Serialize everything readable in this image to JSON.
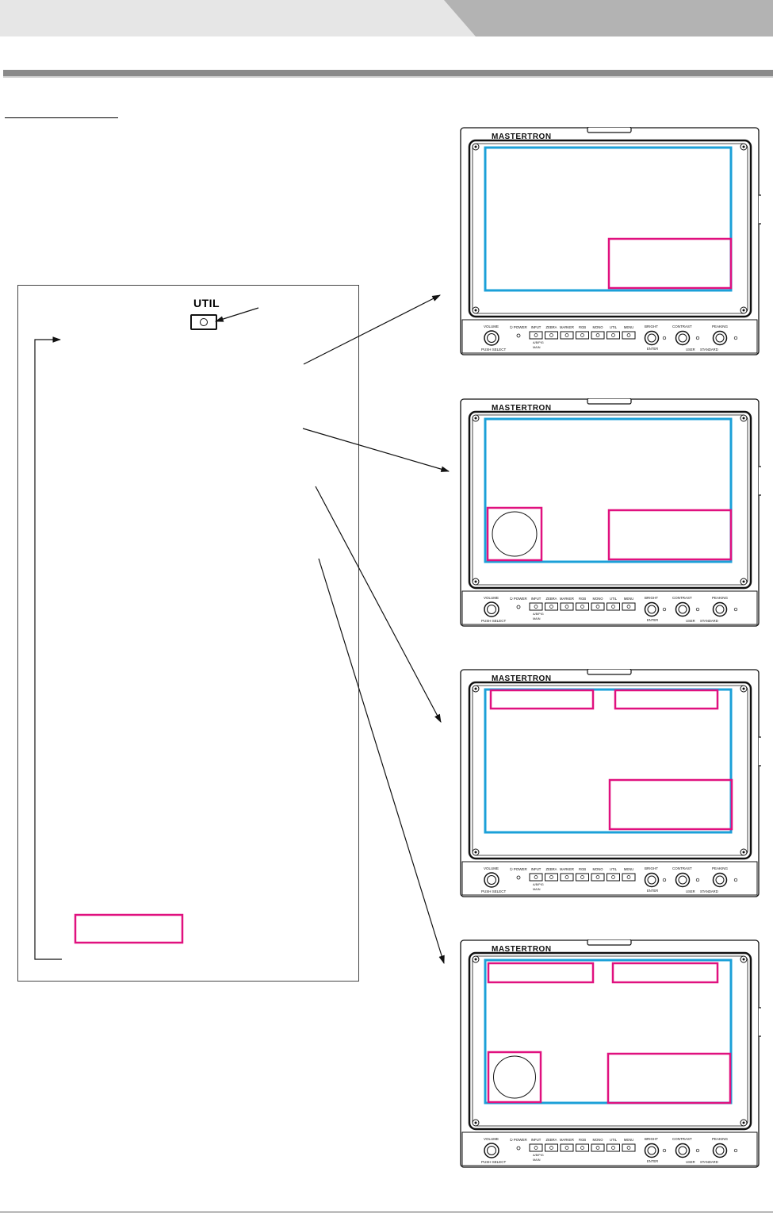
{
  "header": {
    "band_color_light": "#e6e6e6",
    "band_color_dark": "#b3b3b3"
  },
  "flow": {
    "util_label": "UTIL",
    "button_icon": "circle-button-icon"
  },
  "monitor": {
    "brand": "MASTERTRON",
    "controls": {
      "volume": "VOLUME",
      "push_select": "PUSH SELECT",
      "power": "POWER",
      "buttons": [
        "INPUT",
        "ZEBRA",
        "MARKER",
        "RGB",
        "MONO",
        "UTIL",
        "MENU"
      ],
      "sub_a": "A/B/PIG",
      "sub_b": "MAIN",
      "bright": "BRIGHT",
      "enter": "ENTER",
      "contrast": "CONTRAST",
      "user": "USER",
      "standard": "STANDARD",
      "peaking": "PEAKING"
    }
  },
  "colors": {
    "frame": "#1ba0d8",
    "highlight": "#e0117f",
    "line": "#111111"
  }
}
